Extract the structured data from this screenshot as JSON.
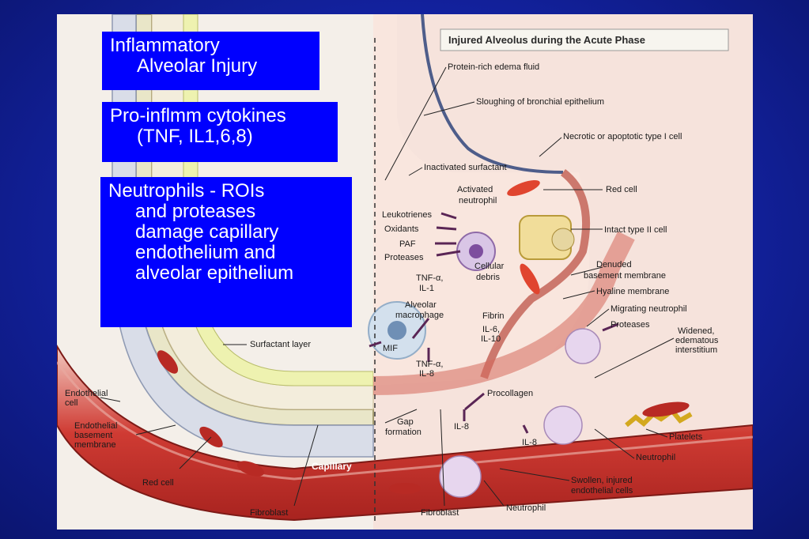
{
  "slide": {
    "callouts": [
      {
        "id": "inflammatory-injury",
        "lines": [
          "Inflammatory",
          "Alveolar Injury"
        ]
      },
      {
        "id": "cytokines",
        "lines": [
          "Pro-inflmm cytokines",
          "(TNF, IL1,6,8)"
        ]
      },
      {
        "id": "neutrophils",
        "lines": [
          "Neutrophils - ROIs",
          "and proteases",
          "damage capillary",
          "endothelium and",
          "alveolar epithelium"
        ]
      }
    ]
  },
  "figure": {
    "title": "Injured Alveolus during the Acute Phase",
    "labels": {
      "protein_edema": "Protein-rich edema fluid",
      "sloughing": "Sloughing of bronchial epithelium",
      "necrotic": "Necrotic or apoptotic type I cell",
      "inactivated_surfactant": "Inactivated surfactant",
      "activated_neutrophil_1": "Activated",
      "activated_neutrophil_2": "neutrophil",
      "red_cell_right": "Red cell",
      "leukotrienes": "Leukotrienes",
      "oxidants": "Oxidants",
      "paf": "PAF",
      "proteases_left": "Proteases",
      "intact_type2": "Intact type II cell",
      "tnf_il1_1": "TNF-α,",
      "tnf_il1_2": "IL-1",
      "cellular_debris_1": "Cellular",
      "cellular_debris_2": "debris",
      "denuded_1": "Denuded",
      "denuded_2": "basement membrane",
      "hyaline": "Hyaline membrane",
      "alveolar_macrophage_1": "Alveolar",
      "alveolar_macrophage_2": "macrophage",
      "fibrin": "Fibrin",
      "migrating_neutrophil": "Migrating neutrophil",
      "proteases_right": "Proteases",
      "widened_1": "Widened,",
      "widened_2": "edematous",
      "widened_3": "interstitium",
      "il6_1": "IL-6,",
      "il6_2": "IL-10",
      "mif": "MIF",
      "tnf_il8_1": "TNF-α,",
      "tnf_il8_2": "IL-8",
      "surfactant_layer": "Surfactant layer",
      "procollagen": "Procollagen",
      "endothelial_cell_1": "Endothelial",
      "endothelial_cell_2": "cell",
      "endo_basement_1": "Endothelial",
      "endo_basement_2": "basement",
      "endo_basement_3": "membrane",
      "gap_1": "Gap",
      "gap_2": "formation",
      "il8_a": "IL-8",
      "il8_b": "IL-8",
      "platelets": "Platelets",
      "capillary": "Capillary",
      "neutrophil_right": "Neutrophil",
      "red_cell_left": "Red cell",
      "swollen_1": "Swollen, injured",
      "swollen_2": "endothelial cells",
      "fibroblast_left": "Fibroblast",
      "fibroblast_right": "Fibroblast",
      "neutrophil_bottom": "Neutrophil"
    }
  }
}
